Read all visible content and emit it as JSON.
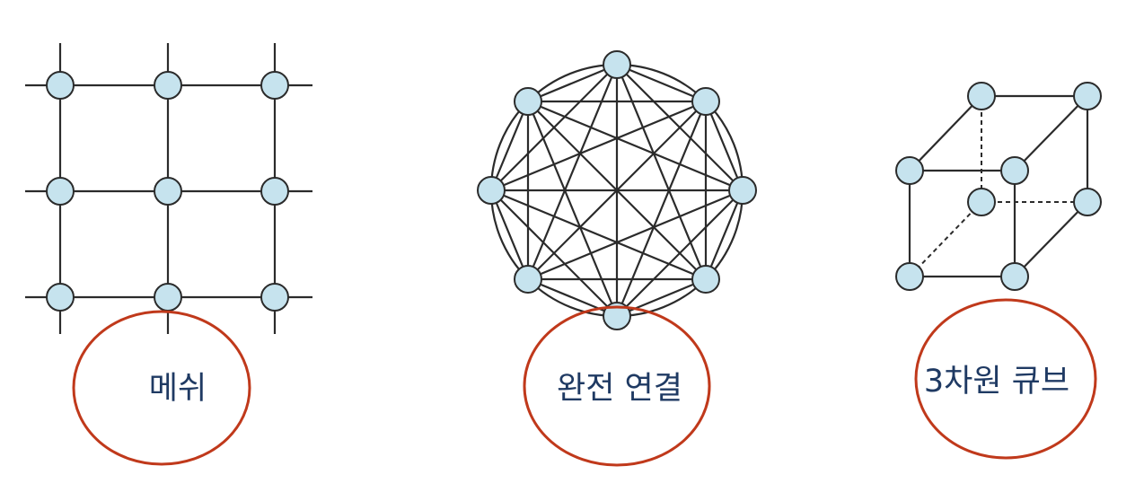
{
  "colors": {
    "node_fill": "#c6e3ee",
    "line": "#2b2b2b",
    "highlight_circle": "#c0391b",
    "label_text": "#1f3a63"
  },
  "diagrams": {
    "mesh": {
      "label": "메쉬"
    },
    "full": {
      "label": "완전 연결"
    },
    "cube": {
      "label": "3차원 큐브"
    }
  }
}
